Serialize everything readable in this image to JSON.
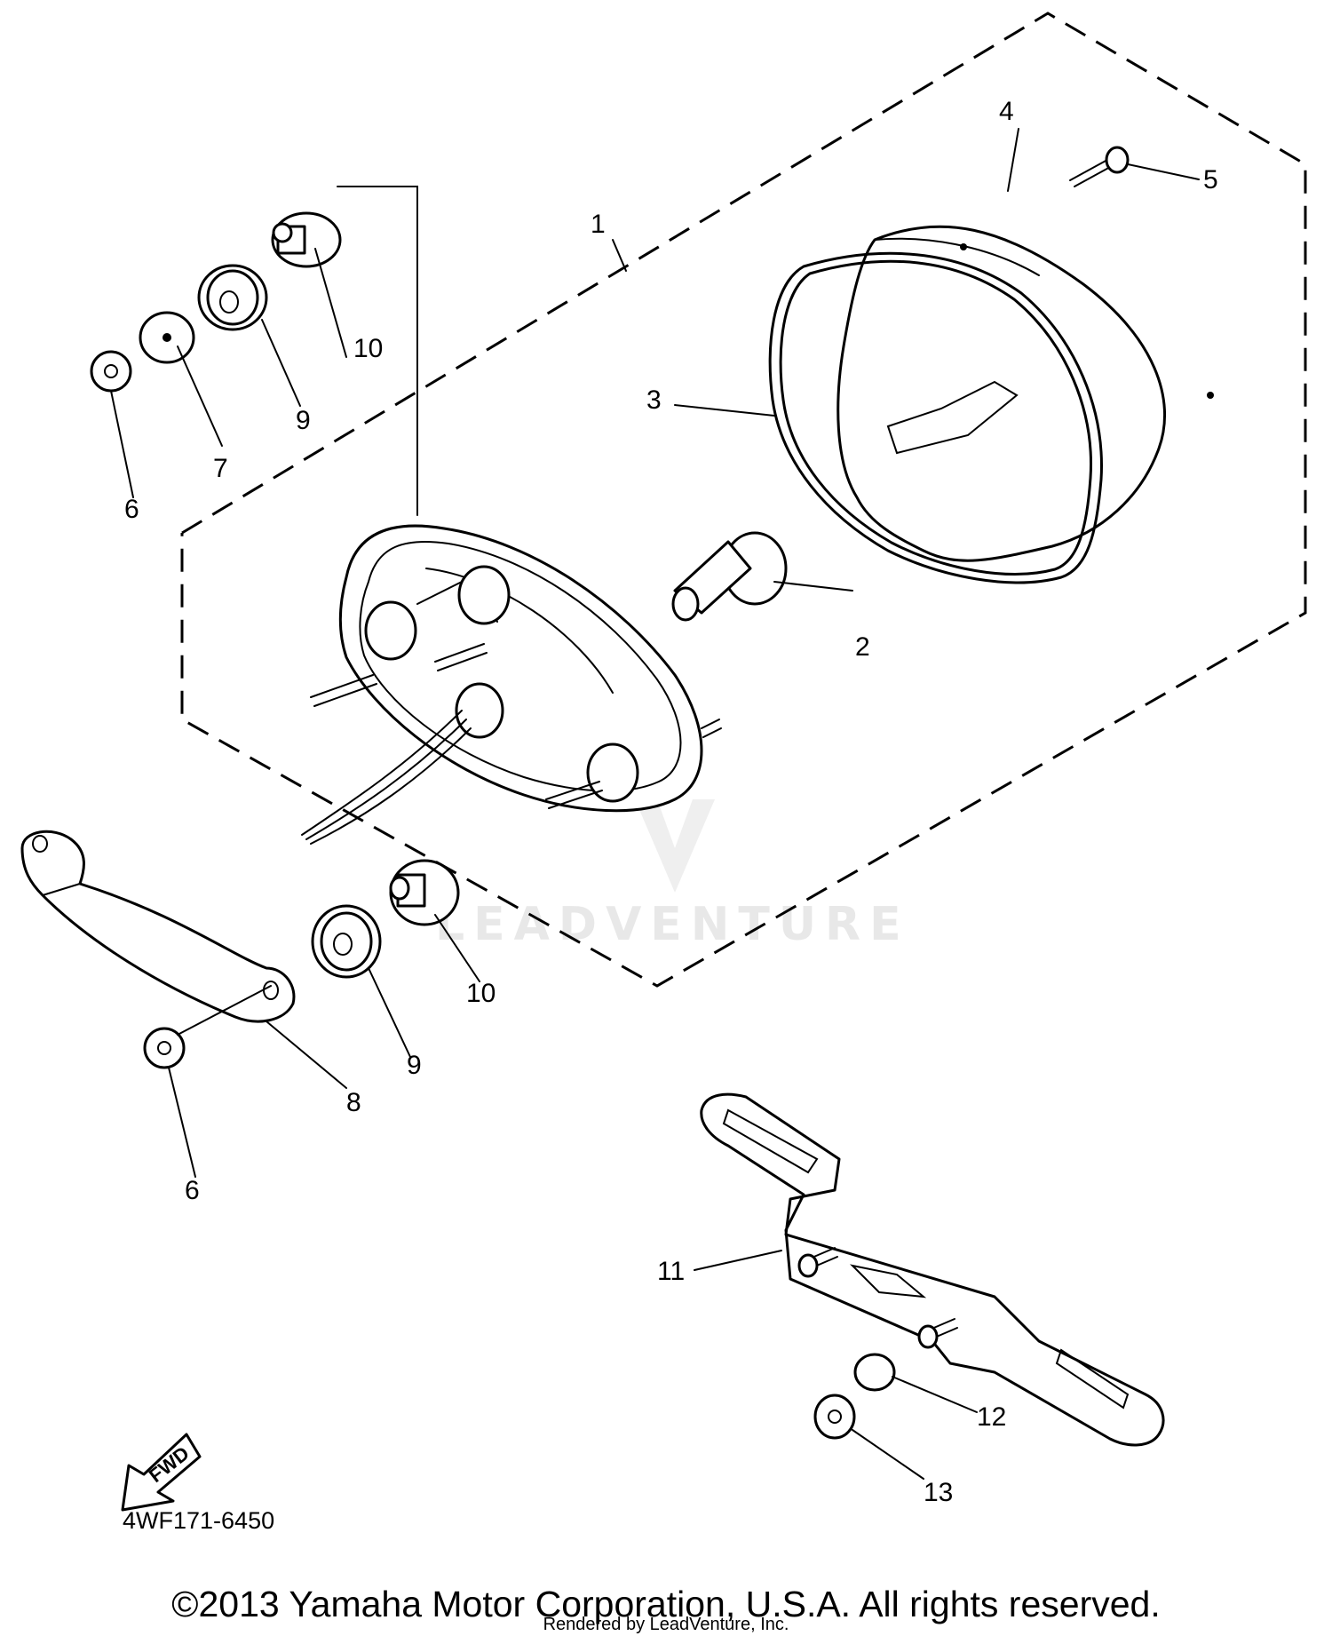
{
  "diagram": {
    "code": "4WF171-6450",
    "copyright": "©2013 Yamaha Motor Corporation, U.S.A. All rights reserved.",
    "rendered_by": "Rendered by LeadVenture, Inc.",
    "watermark": "LEADVENTURE",
    "fwd_label": "FWD"
  },
  "callouts": {
    "c1": "1",
    "c2": "2",
    "c3": "3",
    "c4": "4",
    "c5": "5",
    "c6a": "6",
    "c6b": "6",
    "c7": "7",
    "c8": "8",
    "c9a": "9",
    "c9b": "9",
    "c10a": "10",
    "c10b": "10",
    "c11": "11",
    "c12": "12",
    "c13": "13"
  }
}
